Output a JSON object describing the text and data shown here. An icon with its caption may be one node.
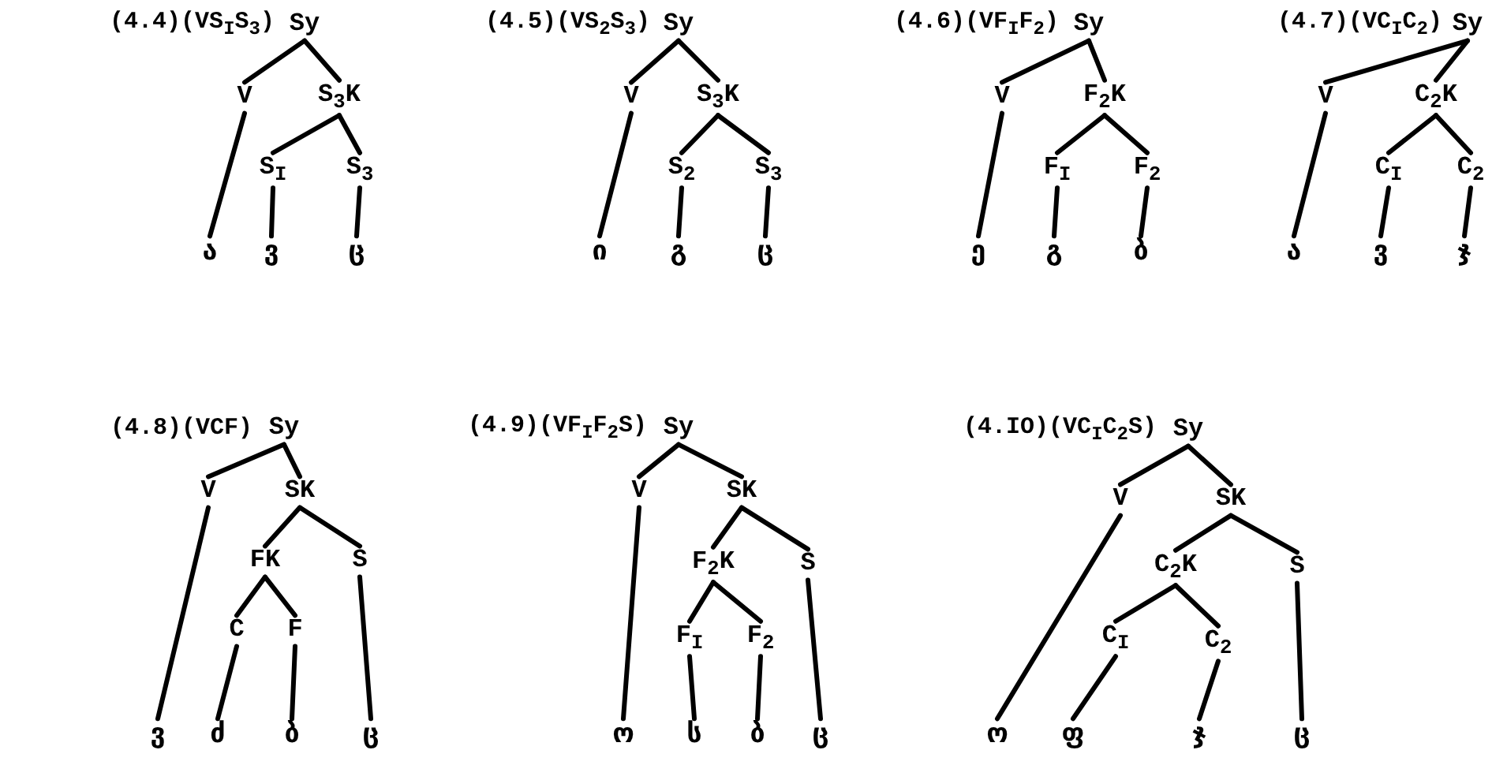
{
  "diagram": {
    "nodes": [
      {
        "text": [
          "Sy"
        ]
      },
      {
        "text": [
          "V"
        ]
      },
      {
        "text": [
          "S$_{3}$K"
        ]
      },
      {
        "text": [
          "S$_{I}$"
        ]
      },
      {
        "text": [
          "S$_{3}$"
        ]
      },
      {
        "text": [
          "ა"
        ]
      },
      {
        "text": [
          "ვ"
        ]
      },
      {
        "text": [
          "ც"
        ]
      },
      {
        "text": [
          "Sy"
        ]
      },
      {
        "text": [
          "V"
        ]
      },
      {
        "text": [
          "S$_{3}$K"
        ]
      },
      {
        "text": [
          "S$_{2}$"
        ]
      },
      {
        "text": [
          "S$_{3}$"
        ]
      },
      {
        "text": [
          "ი"
        ]
      },
      {
        "text": [
          "გ"
        ]
      },
      {
        "text": [
          "ც"
        ]
      },
      {
        "text": [
          "Sy"
        ]
      },
      {
        "text": [
          "V"
        ]
      },
      {
        "text": [
          "F$_{2}$K"
        ]
      },
      {
        "text": [
          "F$_{I}$"
        ]
      },
      {
        "text": [
          "F$_{2}$"
        ]
      },
      {
        "text": [
          "ე"
        ]
      },
      {
        "text": [
          "გ"
        ]
      },
      {
        "text": [
          "ბ"
        ]
      },
      {
        "text": [
          "Sy"
        ]
      },
      {
        "text": [
          "V"
        ]
      },
      {
        "text": [
          "C$_{2}$K"
        ]
      },
      {
        "text": [
          "C$_{I}$"
        ]
      },
      {
        "text": [
          "C$_{2}$"
        ]
      },
      {
        "text": [
          "ა"
        ]
      },
      {
        "text": [
          "ვ"
        ]
      },
      {
        "text": [
          "ჯ"
        ]
      },
      {
        "text": [
          "Sy"
        ]
      },
      {
        "text": [
          "V"
        ]
      },
      {
        "text": [
          "SK"
        ]
      },
      {
        "text": [
          "FK"
        ]
      },
      {
        "text": [
          "S"
        ]
      },
      {
        "text": [
          "C"
        ]
      },
      {
        "text": [
          "F"
        ]
      },
      {
        "text": [
          "ვ"
        ]
      },
      {
        "text": [
          "ძ"
        ]
      },
      {
        "text": [
          "ბ"
        ]
      },
      {
        "text": [
          "ც"
        ]
      },
      {
        "text": [
          "Sy"
        ]
      },
      {
        "text": [
          "V"
        ]
      },
      {
        "text": [
          "SK"
        ]
      },
      {
        "text": [
          "F$_{2}$K"
        ]
      },
      {
        "text": [
          "S"
        ]
      },
      {
        "text": [
          "F$_{I}$"
        ]
      },
      {
        "text": [
          "F$_{2}$"
        ]
      },
      {
        "text": [
          "ო"
        ]
      },
      {
        "text": [
          "ს"
        ]
      },
      {
        "text": [
          "ბ"
        ]
      },
      {
        "text": [
          "ც"
        ]
      },
      {
        "text": [
          "Sy"
        ]
      },
      {
        "text": [
          "V"
        ]
      },
      {
        "text": [
          "SK"
        ]
      },
      {
        "text": [
          "C$_{2}$K"
        ]
      },
      {
        "text": [
          "S"
        ]
      },
      {
        "text": [
          "C$_{I}$"
        ]
      },
      {
        "text": [
          "C$_{2}$"
        ]
      },
      {
        "text": [
          "ო"
        ]
      },
      {
        "text": [
          "ფ"
        ]
      },
      {
        "text": [
          "ჯ"
        ]
      },
      {
        "text": [
          "ც"
        ]
      }
    ],
    "edges": [
      {
        "from": 0,
        "to": 1,
        "arrow": "none"
      },
      {
        "from": 0,
        "to": 2,
        "arrow": "none"
      },
      {
        "from": 1,
        "to": 5,
        "arrow": "none"
      },
      {
        "from": 2,
        "to": 3,
        "arrow": "none"
      },
      {
        "from": 2,
        "to": 4,
        "arrow": "none"
      },
      {
        "from": 3,
        "to": 6,
        "arrow": "none"
      },
      {
        "from": 4,
        "to": 7,
        "arrow": "none"
      },
      {
        "from": 8,
        "to": 9,
        "arrow": "none"
      },
      {
        "from": 8,
        "to": 10,
        "arrow": "none"
      },
      {
        "from": 9,
        "to": 13,
        "arrow": "none"
      },
      {
        "from": 10,
        "to": 11,
        "arrow": "none"
      },
      {
        "from": 10,
        "to": 12,
        "arrow": "none"
      },
      {
        "from": 11,
        "to": 14,
        "arrow": "none"
      },
      {
        "from": 12,
        "to": 15,
        "arrow": "none"
      },
      {
        "from": 16,
        "to": 17,
        "arrow": "none"
      },
      {
        "from": 16,
        "to": 18,
        "arrow": "none"
      },
      {
        "from": 17,
        "to": 21,
        "arrow": "none"
      },
      {
        "from": 18,
        "to": 19,
        "arrow": "none"
      },
      {
        "from": 18,
        "to": 20,
        "arrow": "none"
      },
      {
        "from": 19,
        "to": 22,
        "arrow": "none"
      },
      {
        "from": 20,
        "to": 23,
        "arrow": "none"
      },
      {
        "from": 24,
        "to": 25,
        "arrow": "none"
      },
      {
        "from": 24,
        "to": 26,
        "arrow": "none"
      },
      {
        "from": 25,
        "to": 29,
        "arrow": "none"
      },
      {
        "from": 26,
        "to": 27,
        "arrow": "none"
      },
      {
        "from": 26,
        "to": 28,
        "arrow": "none"
      },
      {
        "from": 27,
        "to": 30,
        "arrow": "none"
      },
      {
        "from": 28,
        "to": 31,
        "arrow": "none"
      },
      {
        "from": 32,
        "to": 33,
        "arrow": "none"
      },
      {
        "from": 32,
        "to": 34,
        "arrow": "none"
      },
      {
        "from": 34,
        "to": 35,
        "arrow": "none"
      },
      {
        "from": 34,
        "to": 36,
        "arrow": "none"
      },
      {
        "from": 35,
        "to": 37,
        "arrow": "none"
      },
      {
        "from": 35,
        "to": 38,
        "arrow": "none"
      },
      {
        "from": 33,
        "to": 39,
        "arrow": "none"
      },
      {
        "from": 37,
        "to": 40,
        "arrow": "none"
      },
      {
        "from": 38,
        "to": 41,
        "arrow": "none"
      },
      {
        "from": 36,
        "to": 42,
        "arrow": "none"
      },
      {
        "from": 43,
        "to": 44,
        "arrow": "none"
      },
      {
        "from": 43,
        "to": 45,
        "arrow": "none"
      },
      {
        "from": 45,
        "to": 46,
        "arrow": "none"
      },
      {
        "from": 45,
        "to": 47,
        "arrow": "none"
      },
      {
        "from": 46,
        "to": 48,
        "arrow": "none"
      },
      {
        "from": 46,
        "to": 49,
        "arrow": "none"
      },
      {
        "from": 44,
        "to": 50,
        "arrow": "none"
      },
      {
        "from": 48,
        "to": 51,
        "arrow": "none"
      },
      {
        "from": 49,
        "to": 52,
        "arrow": "none"
      },
      {
        "from": 47,
        "to": 53,
        "arrow": "none"
      },
      {
        "from": 54,
        "to": 55,
        "arrow": "none"
      },
      {
        "from": 54,
        "to": 56,
        "arrow": "none"
      },
      {
        "from": 56,
        "to": 57,
        "arrow": "none"
      },
      {
        "from": 56,
        "to": 58,
        "arrow": "none"
      },
      {
        "from": 57,
        "to": 59,
        "arrow": "none"
      },
      {
        "from": 57,
        "to": 60,
        "arrow": "none"
      },
      {
        "from": 55,
        "to": 61,
        "arrow": "none"
      },
      {
        "from": 59,
        "to": 62,
        "arrow": "none"
      },
      {
        "from": 60,
        "to": 63,
        "arrow": "none"
      },
      {
        "from": 58,
        "to": 64,
        "arrow": "none"
      }
    ],
    "labels": [
      "(4.4)(VS$_{I}$S$_{3}$)",
      "(4.5)(VS$_{2}$S$_{3}$)",
      "(4.6)(VF$_{I}$F$_{2}$)",
      "(4.7)(VC$_{I}$C$_{2}$)",
      "(4.8)(VCF)",
      "(4.9)(VF$_{I}$F$_{2}$S)",
      "(4.IO)(VC$_{I}$C$_{2}$S)"
    ]
  }
}
